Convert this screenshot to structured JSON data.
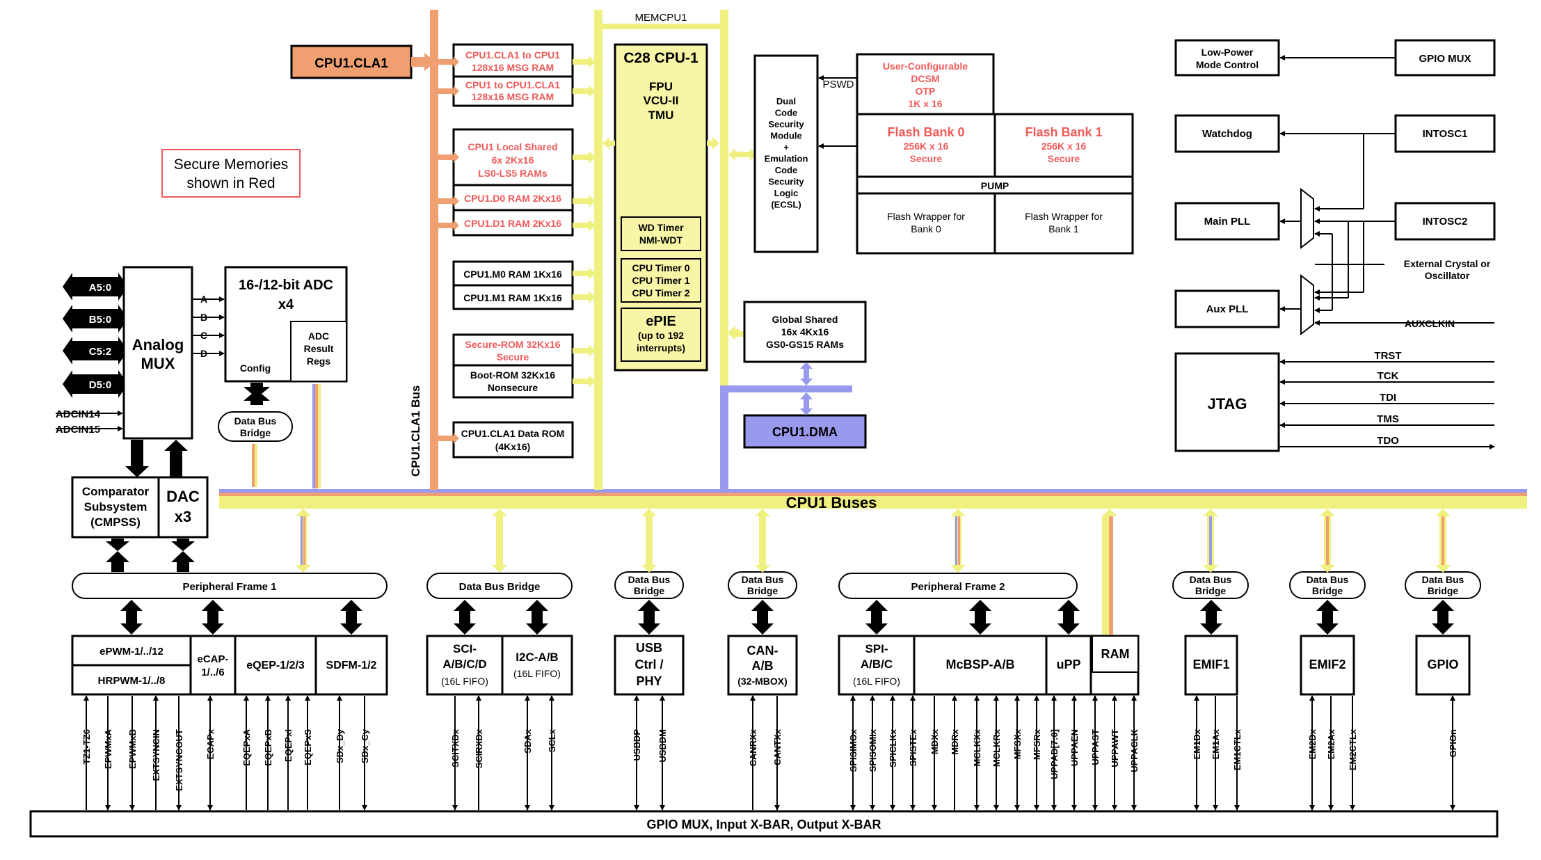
{
  "legend": {
    "line1": "Secure Memories",
    "line2": "shown in Red"
  },
  "cla": {
    "label": "CPU1.CLA1",
    "bus_label": "CPU1.CLA1 Bus"
  },
  "memcpu": {
    "label": "MEMCPU1"
  },
  "mem": {
    "cla_msg_1": "CPU1.CLA1 to CPU1",
    "cla_msg_2": "128x16 MSG RAM",
    "cpu_msg_1": "CPU1 to CPU1.CLA1",
    "cpu_msg_2": "128x16 MSG RAM",
    "ls_1": "CPU1 Local Shared",
    "ls_2": "6x 2Kx16",
    "ls_3": "LS0-LS5 RAMs",
    "d0": "CPU1.D0 RAM 2Kx16",
    "d1": "CPU1.D1 RAM 2Kx16",
    "m0": "CPU1.M0 RAM 1Kx16",
    "m1": "CPU1.M1 RAM 1Kx16",
    "srom_1": "Secure-ROM 32Kx16",
    "srom_2": "Secure",
    "brom_1": "Boot-ROM 32Kx16",
    "brom_2": "Nonsecure",
    "clarom_1": "CPU1.CLA1 Data ROM",
    "clarom_2": "(4Kx16)"
  },
  "cpu": {
    "title": "C28 CPU-1",
    "fpu": "FPU",
    "vcu": "VCU-II",
    "tmu": "TMU",
    "wd_1": "WD Timer",
    "wd_2": "NMI-WDT",
    "t0": "CPU Timer 0",
    "t1": "CPU Timer 1",
    "t2": "CPU Timer 2",
    "epie": "ePIE",
    "epie_2": "(up to 192",
    "epie_3": "interrupts)"
  },
  "dcsm": {
    "lines": [
      "Dual",
      "Code",
      "Security",
      "Module",
      "+",
      "Emulation",
      "Code",
      "Security",
      "Logic",
      "(ECSL)"
    ],
    "pswd": "PSWD"
  },
  "flash": {
    "otp_1": "User-Configurable",
    "otp_2": "DCSM",
    "otp_3": "OTP",
    "otp_4": "1K x 16",
    "b0_1": "Flash Bank 0",
    "b0_2": "256K x 16",
    "b0_3": "Secure",
    "b1_1": "Flash Bank 1",
    "b1_2": "256K x 16",
    "b1_3": "Secure",
    "pump": "PUMP",
    "w0_1": "Flash Wrapper for",
    "w0_2": "Bank 0",
    "w1_1": "Flash Wrapper for",
    "w1_2": "Bank 1"
  },
  "gs": {
    "l1": "Global Shared",
    "l2": "16x 4Kx16",
    "l3": "GS0-GS15 RAMs"
  },
  "dma": {
    "label": "CPU1.DMA"
  },
  "clock": {
    "lpm_1": "Low-Power",
    "lpm_2": "Mode Control",
    "gpiomux": "GPIO MUX",
    "watchdog": "Watchdog",
    "intosc1": "INTOSC1",
    "mainpll": "Main PLL",
    "intosc2": "INTOSC2",
    "xtal_1": "External Crystal or",
    "xtal_2": "Oscillator",
    "auxpll": "Aux PLL",
    "auxclkin": "AUXCLKIN"
  },
  "jtag": {
    "label": "JTAG",
    "pins": [
      "TRST",
      "TCK",
      "TDI",
      "TMS",
      "TDO"
    ]
  },
  "analog": {
    "ports": [
      "A5:0",
      "B5:0",
      "C5:2",
      "D5:0"
    ],
    "adcin14": "ADCIN14",
    "adcin15": "ADCIN15",
    "mux_1": "Analog",
    "mux_2": "MUX",
    "adc_1": "16-/12-bit ADC",
    "adc_2": "x4",
    "config": "Config",
    "res_1": "ADC",
    "res_2": "Result",
    "res_3": "Regs",
    "ch": [
      "A",
      "B",
      "C",
      "D"
    ],
    "cmp_1": "Comparator",
    "cmp_2": "Subsystem",
    "cmp_3": "(CMPSS)",
    "dac_1": "DAC",
    "dac_2": "x3"
  },
  "dbb": {
    "l1": "Data Bus",
    "l2": "Bridge",
    "single": "Data Bus Bridge"
  },
  "buses": {
    "label": "CPU1 Buses"
  },
  "pf": {
    "pf1": "Peripheral Frame 1",
    "pf2": "Peripheral Frame 2"
  },
  "periph": {
    "epwm": "ePWM-1/../12",
    "hrpwm": "HRPWM-1/../8",
    "ecap_1": "eCAP-",
    "ecap_2": "1/../6",
    "eqep": "eQEP-1/2/3",
    "sdfm": "SDFM-1/2",
    "sci_1": "SCI-",
    "sci_2": "A/B/C/D",
    "fifo": "(16L FIFO)",
    "i2c": "I2C-A/B",
    "usb_1": "USB",
    "usb_2": "Ctrl /",
    "usb_3": "PHY",
    "can_1": "CAN-",
    "can_2": "A/B",
    "can_3": "(32-MBOX)",
    "spi_1": "SPI-",
    "spi_2": "A/B/C",
    "mcbsp": "McBSP-A/B",
    "upp": "uPP",
    "ram": "RAM",
    "emif1": "EMIF1",
    "emif2": "EMIF2",
    "gpio": "GPIO"
  },
  "signals": {
    "pf1": [
      "TZ1-TZ6",
      "EPWMxA",
      "EPWMxB",
      "EXTSYNCIN",
      "EXTSYNCOUT",
      "ECAPx",
      "EQEPxA",
      "EQEPxB",
      "EQEPxI",
      "EQEPxS",
      "SDx_Dy",
      "SDx_Cy"
    ],
    "sci": [
      "SCITXDx",
      "SCIRXDx"
    ],
    "i2c": [
      "SDAx",
      "SCLx"
    ],
    "usb": [
      "USBDP",
      "USBDM"
    ],
    "can": [
      "CANRXx",
      "CANTXx"
    ],
    "pf2": [
      "SPISIMOx",
      "SPISOMIx",
      "SPICLKx",
      "SPISTEx",
      "MDXx",
      "MDRx",
      "MCLKXx",
      "MCLKRx",
      "MFSXx",
      "MFSRx",
      "UPPAD[7:0]",
      "UPPAEN",
      "UPPAST",
      "UPPAWT",
      "UPPACLK"
    ],
    "emif1": [
      "EM1Dx",
      "EM1Ax",
      "EM1CTLx"
    ],
    "emif2": [
      "EM2Dx",
      "EM2Ax",
      "EM2CTLx"
    ],
    "gpio": [
      "GPIOn"
    ]
  },
  "gpio_mux": {
    "label": "GPIO MUX, Input X-BAR, Output X-BAR"
  },
  "colors": {
    "orange": "#f0a070",
    "yellow": "#f0f080",
    "purple": "#9999ee",
    "red_text": "#f05a5a",
    "cpu_fill": "#f7f5a6"
  }
}
